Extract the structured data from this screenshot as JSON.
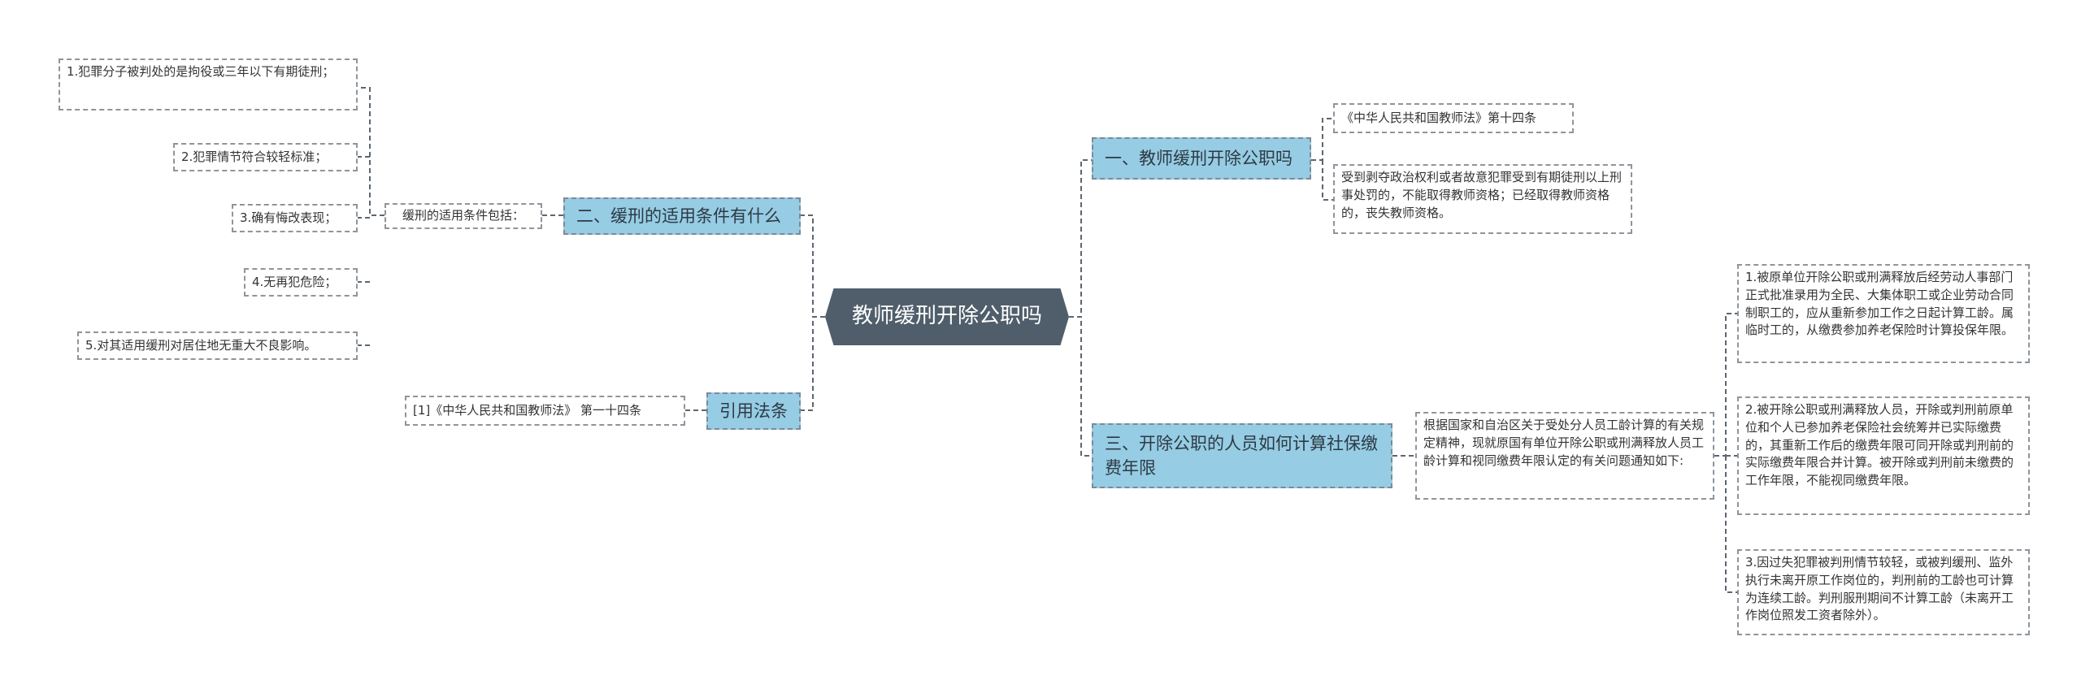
{
  "root": {
    "label": "教师缓刑开除公职吗"
  },
  "left": {
    "conditions": {
      "label": "二、缓刑的适用条件有什么",
      "intro": "缓刑的适用条件包括：",
      "items": [
        "1.犯罪分子被判处的是拘役或三年以下有期徒刑；",
        "2.犯罪情节符合较轻标准；",
        "3.确有悔改表现；",
        "4.无再犯危险；",
        "5.对其适用缓刑对居住地无重大不良影响。"
      ]
    },
    "citation": {
      "label": "引用法条",
      "items": [
        "[1]《中华人民共和国教师法》 第一十四条"
      ]
    }
  },
  "right": {
    "dismissal": {
      "label": "一、教师缓刑开除公职吗",
      "items": [
        "《中华人民共和国教师法》第十四条",
        "受到剥夺政治权利或者故意犯罪受到有期徒刑以上刑事处罚的，不能取得教师资格；已经取得教师资格的，丧失教师资格。"
      ]
    },
    "seniority": {
      "label": "三、开除公职的人员如何计算社保缴费年限",
      "intro": "根据国家和自治区关于受处分人员工龄计算的有关规定精神，现就原国有单位开除公职或刑满释放人员工龄计算和视同缴费年限认定的有关问题通知如下:",
      "items": [
        "1.被原单位开除公职或刑满释放后经劳动人事部门正式批准录用为全民、大集体职工或企业劳动合同制职工的，应从重新参加工作之日起计算工龄。属临时工的，从缴费参加养老保险时计算投保年限。",
        "2.被开除公职或刑满释放人员，开除或判刑前原单位和个人已参加养老保险社会统筹并已实际缴费的，其重新工作后的缴费年限可同开除或判刑前的实际缴费年限合并计算。被开除或判刑前未缴费的工作年限，不能视同缴费年限。",
        "3.因过失犯罪被判刑情节较轻，或被判缓刑、监外执行未离开原工作岗位的，判刑前的工龄也可计算为连续工龄。判刑服刑期间不计算工龄（未离开工作岗位照发工资者除外）。"
      ]
    }
  }
}
